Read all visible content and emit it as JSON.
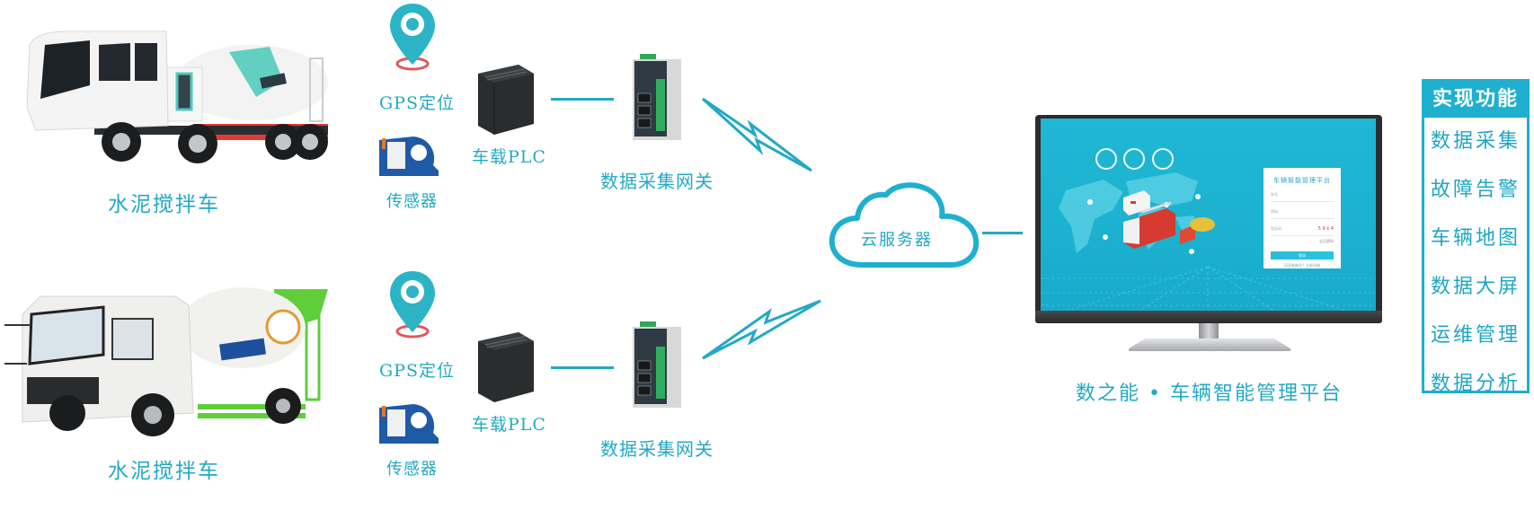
{
  "colors": {
    "accent": "#23a9c4",
    "panel_header": "#1fb0cf",
    "screen": "#1bb1cf",
    "gps_pin": "#2db3c6",
    "gps_ring": "#e0575b",
    "sensor_blue": "#1f5aa6"
  },
  "vehicles": [
    {
      "label": "水泥搅拌车",
      "icon": "mixer-truck-white-teal"
    },
    {
      "label": "水泥搅拌车",
      "icon": "mixer-truck-white-green"
    }
  ],
  "devices": [
    {
      "gps_label": "GPS定位",
      "sensor_label": "传感器",
      "plc_label": "车载PLC",
      "gateway_label": "数据采集网关"
    },
    {
      "gps_label": "GPS定位",
      "sensor_label": "传感器",
      "plc_label": "车载PLC",
      "gateway_label": "数据采集网关"
    }
  ],
  "cloud": {
    "label": "云服务器",
    "icon": "cloud-icon"
  },
  "platform": {
    "label": "数之能 • 车辆智能管理平台",
    "screen": {
      "login_title": "车辆智能管理平台",
      "field_user": "账号",
      "field_password": "密码",
      "field_captcha": "验证码",
      "captcha_value": "5 9 k 4",
      "forgot": "忘记密码",
      "login_button": "登录",
      "footer": "还没有账号？立即注册"
    }
  },
  "features": {
    "title": "实现功能",
    "items": [
      "数据采集",
      "故障告警",
      "车辆地图",
      "数据大屏",
      "运维管理",
      "数据分析"
    ]
  }
}
